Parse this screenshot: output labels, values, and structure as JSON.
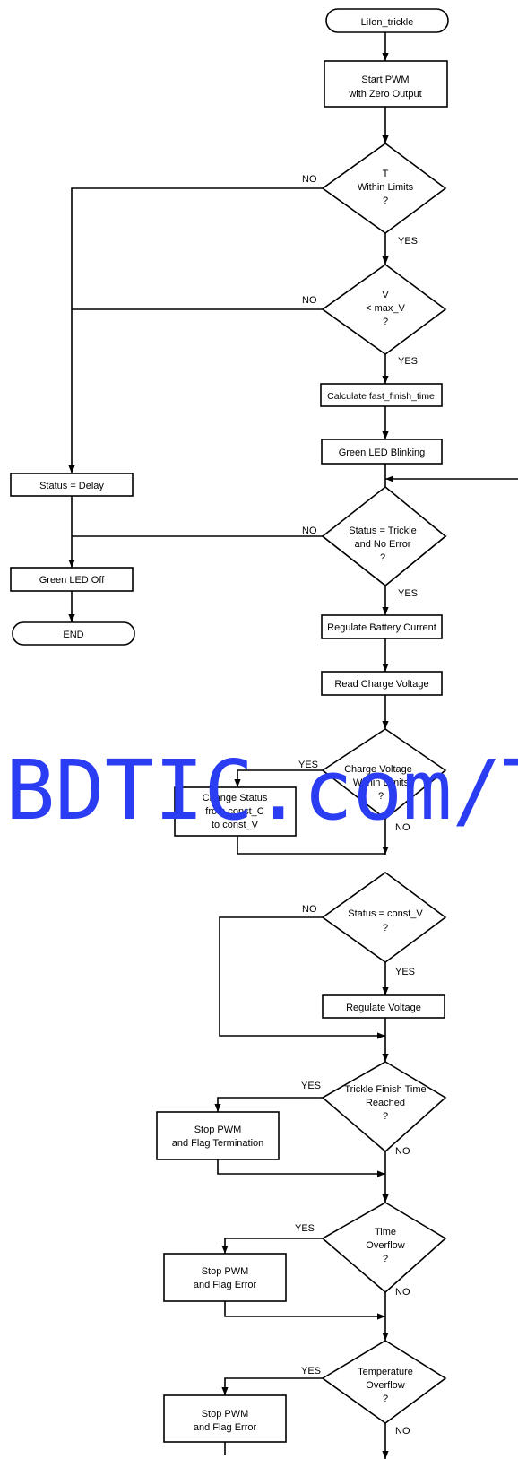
{
  "diagram": {
    "start": "LiIon_trickle",
    "start_pwm": [
      "Start PWM",
      "with Zero Output"
    ],
    "dec_temp": [
      "T",
      "Within Limits",
      "?"
    ],
    "dec_volt": [
      "V",
      "< max_V",
      "?"
    ],
    "calc_time": "Calculate fast_finish_time",
    "led_blink": "Green LED Blinking",
    "status_delay": "Status = Delay",
    "dec_status_trickle": [
      "Status = Trickle",
      "and No Error",
      "?"
    ],
    "led_off": "Green LED Off",
    "end": "END",
    "regulate_current": "Regulate Battery Current",
    "read_voltage": "Read Charge Voltage",
    "dec_charge_voltage": [
      "Charge Voltage",
      "Within Limits",
      "?"
    ],
    "change_status": [
      "Change Status",
      "from const_C",
      "to const_V"
    ],
    "dec_const_v": [
      "Status = const_V",
      "?"
    ],
    "regulate_voltage": "Regulate Voltage",
    "dec_finish_time": [
      "Trickle Finish Time",
      "Reached",
      "?"
    ],
    "stop_termination": [
      "Stop PWM",
      "and Flag Termination"
    ],
    "dec_time_overflow": [
      "Time",
      "Overflow",
      "?"
    ],
    "stop_error_1": [
      "Stop PWM",
      "and Flag Error"
    ],
    "dec_temp_overflow": [
      "Temperature",
      "Overflow",
      "?"
    ],
    "stop_error_2": [
      "Stop PWM",
      "and Flag Error"
    ],
    "yes_label": "YES",
    "no_label": "NO"
  },
  "watermark": "BDTIC.com/T"
}
